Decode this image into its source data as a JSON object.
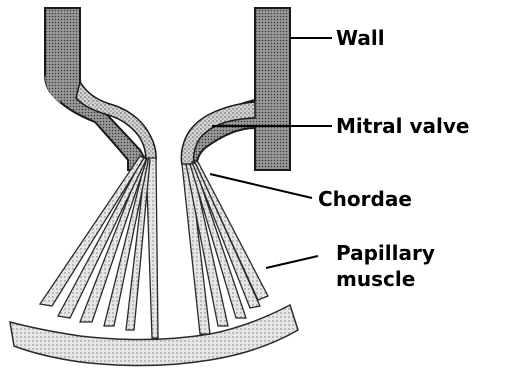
{
  "labels": {
    "wall": "Wall",
    "mitral_valve": "Mitral valve",
    "chordae": "Chordae",
    "papillary_line1": "Papillary",
    "papillary_line2": "muscle"
  }
}
